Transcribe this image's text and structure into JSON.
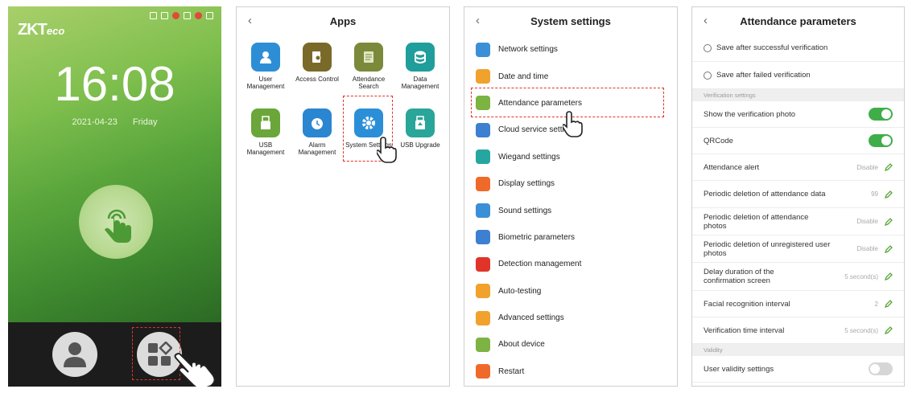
{
  "home": {
    "logo": "ZKT",
    "logo_suffix": "eco",
    "time": "16:08",
    "date": "2021-04-23",
    "weekday": "Friday"
  },
  "apps": {
    "title": "Apps",
    "items": [
      {
        "label": "User Management",
        "color": "#2d8ed6",
        "icon": "user-management-icon"
      },
      {
        "label": "Access Control",
        "color": "#7a6a2a",
        "icon": "access-control-icon"
      },
      {
        "label": "Attendance Search",
        "color": "#7b8a3a",
        "icon": "attendance-search-icon"
      },
      {
        "label": "Data Management",
        "color": "#1f9e9b",
        "icon": "data-management-icon"
      },
      {
        "label": "USB Management",
        "color": "#6aa63a",
        "icon": "usb-management-icon"
      },
      {
        "label": "Alarm Management",
        "color": "#2a86d0",
        "icon": "alarm-management-icon"
      },
      {
        "label": "System Settings",
        "color": "#2b8fd8",
        "icon": "system-settings-icon"
      },
      {
        "label": "USB Upgrade",
        "color": "#2aa59a",
        "icon": "usb-upgrade-icon"
      }
    ]
  },
  "system_settings": {
    "title": "System settings",
    "items": [
      {
        "label": "Network settings",
        "color": "#3b8fd6"
      },
      {
        "label": "Date and time",
        "color": "#f0a22d"
      },
      {
        "label": "Attendance parameters",
        "color": "#7cb342"
      },
      {
        "label": "Cloud service settings",
        "color": "#3d7fd0"
      },
      {
        "label": "Wiegand settings",
        "color": "#26a6a1"
      },
      {
        "label": "Display settings",
        "color": "#ef6a2a"
      },
      {
        "label": "Sound settings",
        "color": "#3b8fd6"
      },
      {
        "label": "Biometric parameters",
        "color": "#3d7fd0"
      },
      {
        "label": "Detection management",
        "color": "#e0342b"
      },
      {
        "label": "Auto-testing",
        "color": "#f0a22d"
      },
      {
        "label": "Advanced settings",
        "color": "#f0a22d"
      },
      {
        "label": "About device",
        "color": "#7cb342"
      },
      {
        "label": "Restart",
        "color": "#ef6a2a"
      }
    ]
  },
  "attendance": {
    "title": "Attendance parameters",
    "save_success": "Save after successful verification",
    "save_failed": "Save after failed verification",
    "section_verification": "Verification settings",
    "show_photo": "Show the verification photo",
    "show_photo_on": true,
    "qrcode": "QRCode",
    "qrcode_on": true,
    "attendance_alert": "Attendance alert",
    "attendance_alert_value": "Disable",
    "periodic_data": "Periodic deletion of attendance data",
    "periodic_data_value": "99",
    "periodic_photos": "Periodic deletion of attendance photos",
    "periodic_photos_value": "Disable",
    "periodic_unreg": "Periodic deletion of unregistered user photos",
    "periodic_unreg_value": "Disable",
    "delay_duration": "Delay duration of the confirmation screen",
    "delay_duration_value": "5 second(s)",
    "facial_interval": "Facial recognition interval",
    "facial_interval_value": "2",
    "verify_interval": "Verification time interval",
    "verify_interval_value": "5 second(s)",
    "section_validity": "Validity",
    "user_validity": "User validity settings",
    "user_validity_on": false
  },
  "colors": {
    "highlight": "#e0342b",
    "toggle_on": "#3fae49",
    "toggle_off": "#d6d6d6",
    "pen": "#5aa63c"
  }
}
